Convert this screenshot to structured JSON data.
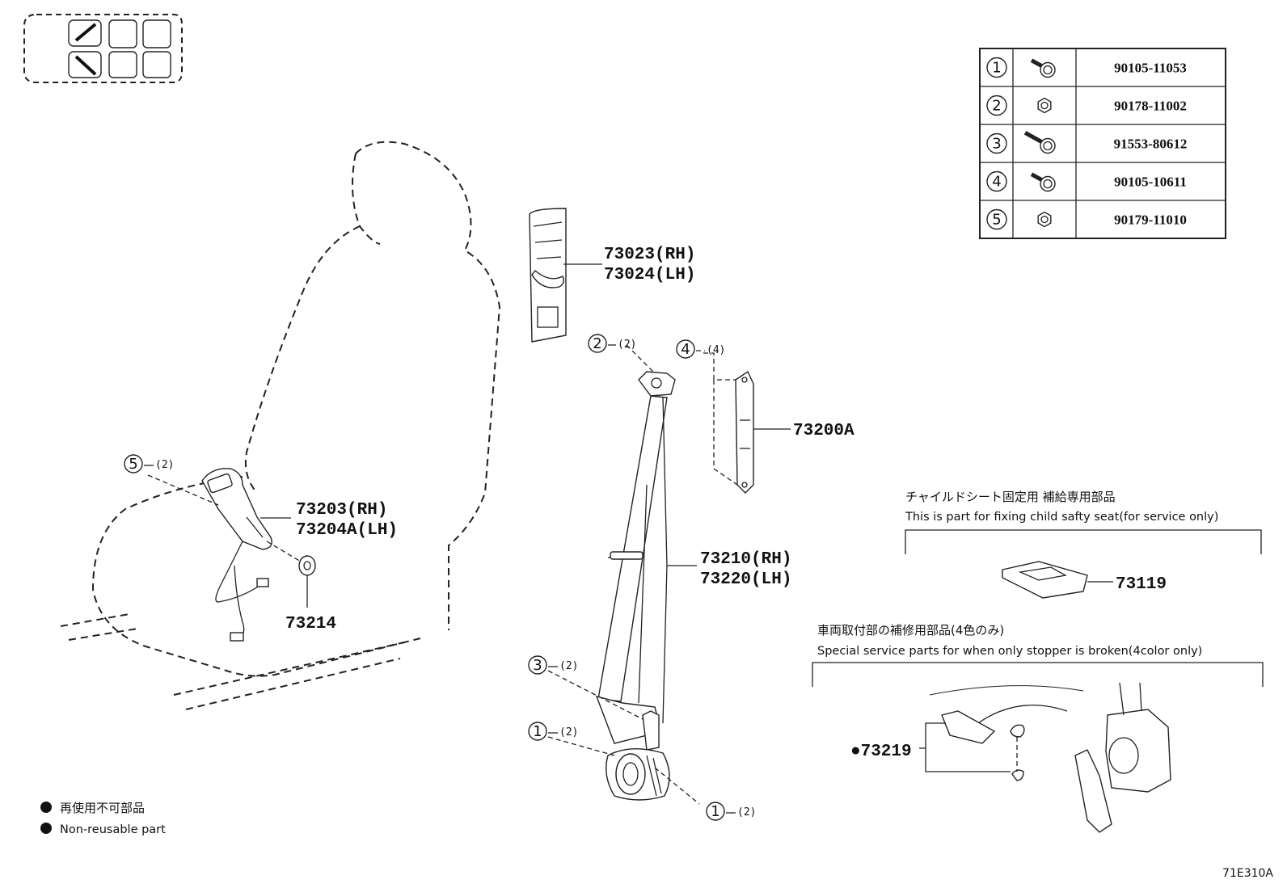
{
  "diagram_id": "71E310A",
  "parts": {
    "trim_upper": {
      "rh": "73023(RH)",
      "lh": "73024(LH)"
    },
    "anchor_bracket": "73200A",
    "buckle": {
      "rh": "73203(RH)",
      "lh": "73204A(LH)"
    },
    "buckle_washer": "73214",
    "belt_assy": {
      "rh": "73210(RH)",
      "lh": "73220(LH)"
    },
    "child_seat_part": "73119",
    "stopper_part": "●73219"
  },
  "callouts": {
    "c2_top": {
      "num": "2",
      "qty": "(2)"
    },
    "c4_top": {
      "num": "4",
      "qty": "(4)"
    },
    "c5": {
      "num": "5",
      "qty": "(2)"
    },
    "c3": {
      "num": "3",
      "qty": "(2)"
    },
    "c1_left": {
      "num": "1",
      "qty": "(2)"
    },
    "c1_bottom": {
      "num": "1",
      "qty": "(2)"
    }
  },
  "fastener_table": [
    {
      "num": "1",
      "icon": "flange-bolt-icon",
      "part_no": "90105-11053"
    },
    {
      "num": "2",
      "icon": "flange-nut-icon",
      "part_no": "90178-11002"
    },
    {
      "num": "3",
      "icon": "long-bolt-icon",
      "part_no": "91553-80612"
    },
    {
      "num": "4",
      "icon": "flange-bolt-icon",
      "part_no": "90105-10611"
    },
    {
      "num": "5",
      "icon": "flange-nut-icon",
      "part_no": "90179-11010"
    }
  ],
  "notes": {
    "child_seat_jp": "チャイルドシート固定用 補給専用部品",
    "child_seat_en": "This is part for fixing child safty seat(for service only)",
    "stopper_jp": "車両取付部の補修用部品(4色のみ)",
    "stopper_en": "Special service parts for when only stopper is broken(4color only)"
  },
  "legend": {
    "jp": "再使用不可部品",
    "en": "Non-reusable part"
  },
  "colors": {
    "line": "#222222",
    "background": "#ffffff"
  }
}
